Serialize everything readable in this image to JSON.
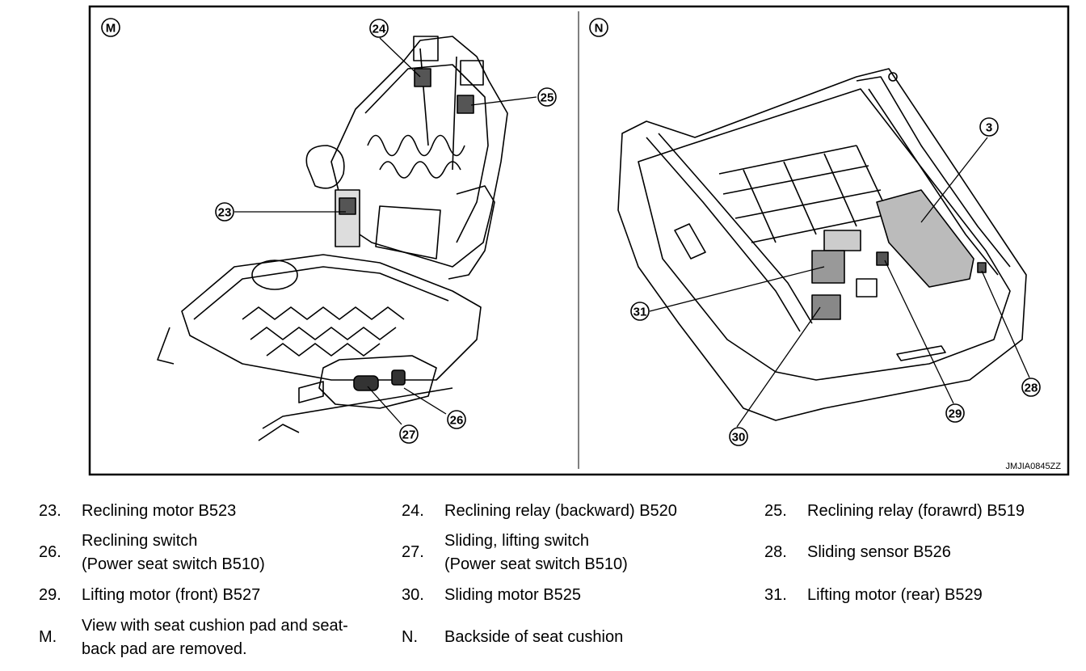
{
  "figure": {
    "panels": [
      {
        "letter": "M"
      },
      {
        "letter": "N"
      }
    ],
    "callouts": [
      "23",
      "24",
      "25",
      "26",
      "27",
      "28",
      "29",
      "30",
      "31",
      "3"
    ],
    "code": "JMJIA0845ZZ"
  },
  "legend": [
    {
      "num": "23.",
      "lines": [
        "Reclining motor B523"
      ]
    },
    {
      "num": "24.",
      "lines": [
        "Reclining relay (backward) B520"
      ]
    },
    {
      "num": "25.",
      "lines": [
        "Reclining relay (forawrd) B519"
      ]
    },
    {
      "num": "26.",
      "lines": [
        "Reclining switch",
        "(Power seat switch B510)"
      ]
    },
    {
      "num": "27.",
      "lines": [
        "Sliding, lifting switch",
        "(Power seat switch B510)"
      ]
    },
    {
      "num": "28.",
      "lines": [
        "Sliding sensor B526"
      ]
    },
    {
      "num": "29.",
      "lines": [
        "Lifting motor (front) B527"
      ]
    },
    {
      "num": "30.",
      "lines": [
        "Sliding motor B525"
      ]
    },
    {
      "num": "31.",
      "lines": [
        "Lifting motor (rear) B529"
      ]
    },
    {
      "num": "M.",
      "lines": [
        "View with seat cushion pad and seat-",
        "back pad are removed."
      ]
    },
    {
      "num": "N.",
      "lines": [
        "Backside of seat cushion"
      ]
    }
  ]
}
